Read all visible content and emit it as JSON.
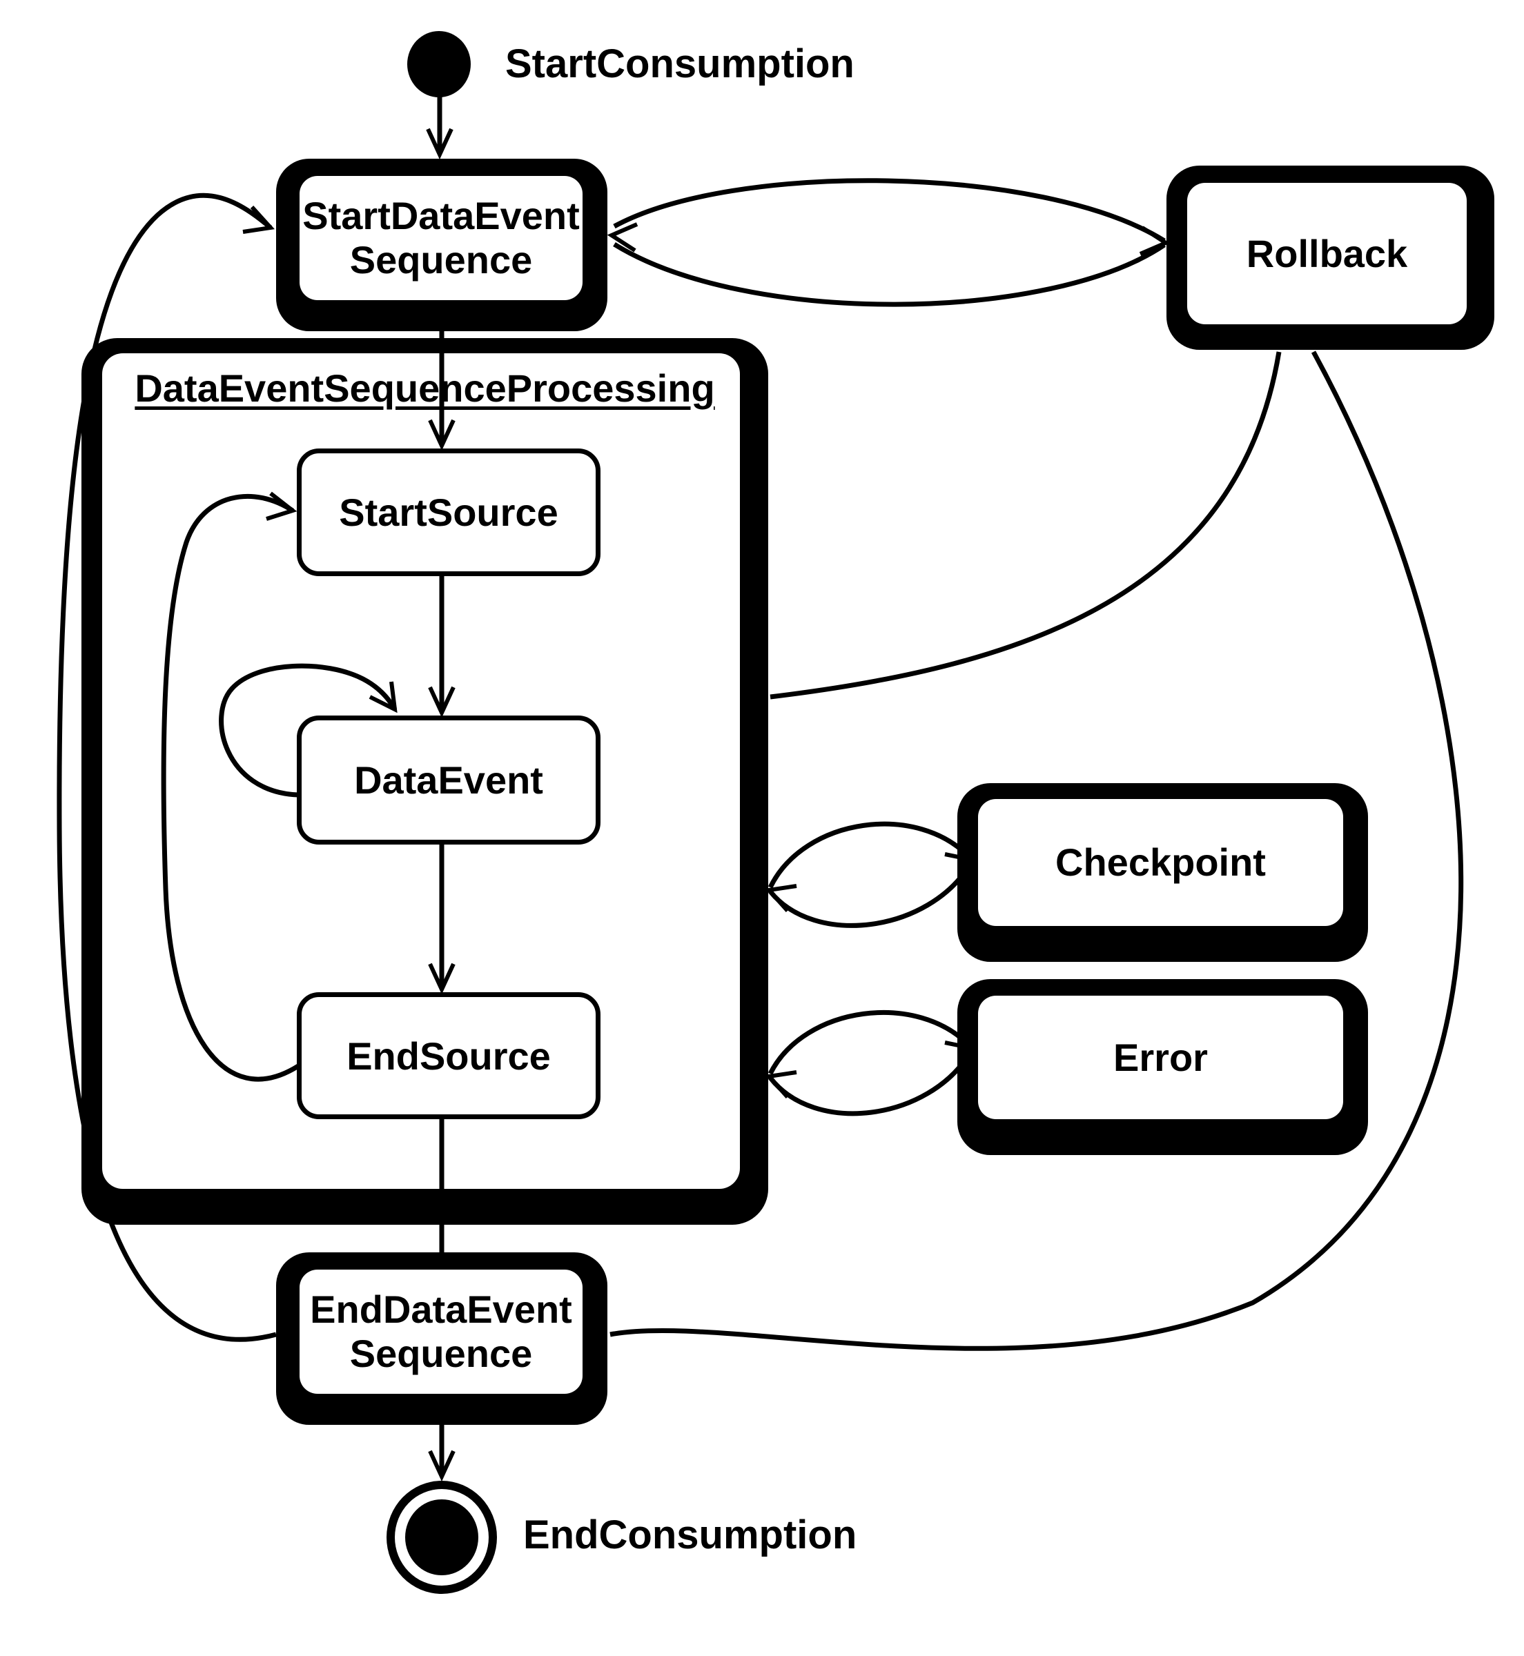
{
  "diagram": {
    "type": "uml-state-machine",
    "background_color": "#ffffff",
    "line_color": "#000000",
    "box_fill": "#ffffff",
    "text_color": "#000000"
  },
  "nodes": {
    "start": {
      "kind": "initial-state",
      "label": "StartConsumption"
    },
    "startDataEventSequence": {
      "kind": "state",
      "lines": [
        "StartDataEvent",
        "Sequence"
      ]
    },
    "processing": {
      "kind": "composite-state",
      "title": "DataEventSequenceProcessing"
    },
    "startSource": {
      "kind": "sub-state",
      "label": "StartSource"
    },
    "dataEvent": {
      "kind": "sub-state",
      "label": "DataEvent"
    },
    "endSource": {
      "kind": "sub-state",
      "label": "EndSource"
    },
    "endDataEventSequence": {
      "kind": "state",
      "lines": [
        "EndDataEvent",
        "Sequence"
      ]
    },
    "rollback": {
      "kind": "state",
      "label": "Rollback"
    },
    "checkpoint": {
      "kind": "state",
      "label": "Checkpoint"
    },
    "error": {
      "kind": "state",
      "label": "Error"
    },
    "end": {
      "kind": "final-state",
      "label": "EndConsumption"
    }
  },
  "edges": [
    {
      "from": "start",
      "to": "startDataEventSequence"
    },
    {
      "from": "startDataEventSequence",
      "to": "startSource"
    },
    {
      "from": "startSource",
      "to": "dataEvent"
    },
    {
      "from": "dataEvent",
      "to": "dataEvent",
      "note": "self-loop"
    },
    {
      "from": "dataEvent",
      "to": "endSource"
    },
    {
      "from": "endSource",
      "to": "startSource"
    },
    {
      "from": "endSource",
      "to": "endDataEventSequence"
    },
    {
      "from": "startDataEventSequence",
      "to": "rollback"
    },
    {
      "from": "rollback",
      "to": "startDataEventSequence"
    },
    {
      "from": "processing",
      "to": "checkpoint"
    },
    {
      "from": "checkpoint",
      "to": "processing"
    },
    {
      "from": "processing",
      "to": "error"
    },
    {
      "from": "error",
      "to": "processing"
    },
    {
      "from": "rollback",
      "to": "processing"
    },
    {
      "from": "rollback",
      "to": "endDataEventSequence"
    },
    {
      "from": "endDataEventSequence",
      "to": "startDataEventSequence"
    },
    {
      "from": "endDataEventSequence",
      "to": "end"
    }
  ]
}
